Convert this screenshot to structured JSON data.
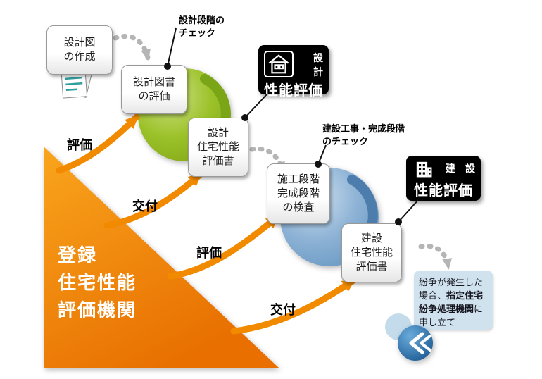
{
  "diagram": {
    "boxes": {
      "create_plans": "設計図\nの作成",
      "evaluate_plans": "設計図書\nの評価",
      "design_report": "設計\n住宅性能\n評価書",
      "inspection": "施工段階\n完成段階\nの検査",
      "construction_report": "建設\n住宅性能\n評価書"
    },
    "callouts": {
      "design_check": "設計段階の\nチェック",
      "construction_check": "建設工事・完成段階\nのチェック"
    },
    "badges": {
      "design": {
        "category": "設　計",
        "label": "性能評価"
      },
      "construction": {
        "category": "建　設",
        "label": "性能評価"
      }
    },
    "organization": "登録\n住宅性能\n評価機関",
    "flow_labels": {
      "evaluation_design": "評価",
      "issuance_design": "交付",
      "evaluation_construction": "評価",
      "issuance_construction": "交付"
    },
    "dispute_note": {
      "pre": "紛争が発生した場合、",
      "emphasis": "指定住宅紛争処理機関",
      "post": "に申し立て"
    }
  },
  "icons": {
    "documents": "document-stack-icon",
    "design_badge": "house-icon",
    "construction_badge": "building-icon",
    "dispute": "mediation-arrows-icon"
  },
  "colors": {
    "orange-light": "#f9a51d",
    "orange-dark": "#e86f00",
    "orange-arrow": "#f28a00",
    "green-light": "#cde086",
    "green-mid": "#9cc22a",
    "green-deep": "#84a917",
    "green-arrow": "#79a516",
    "blue-light": "#cfe1f0",
    "blue-mid": "#8db2d5",
    "blue-deep": "#6a99c3",
    "blue-arrow": "#4c7dad",
    "gray-arrow": "#b5b5b5",
    "badge-bg": "#000000",
    "dispute-bg": "#cfe2ee",
    "box-border": "#999999",
    "sphere-light": "#6aabdc",
    "sphere-dark": "#1e5d94"
  }
}
